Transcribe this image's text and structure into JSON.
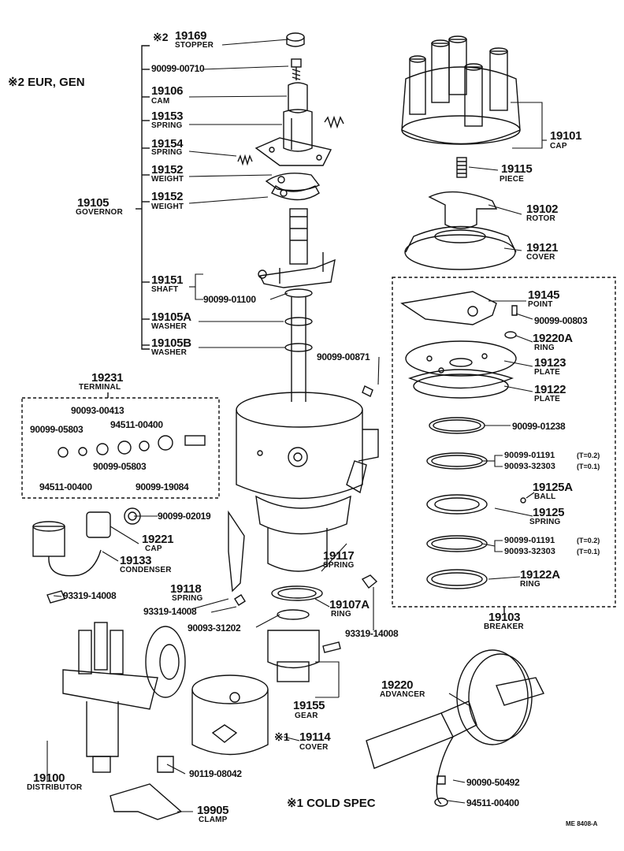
{
  "notes": {
    "eur_gen": "※2 EUR, GEN",
    "cold_spec": "※1 COLD SPEC",
    "mark1": "※1",
    "mark2": "※2",
    "footer_code": "ME 8408-A"
  },
  "parts": {
    "p19169": {
      "num": "19169",
      "name": "STOPPER"
    },
    "p90099_00710": {
      "num": "90099-00710"
    },
    "p19106": {
      "num": "19106",
      "name": "CAM"
    },
    "p19153": {
      "num": "19153",
      "name": "SPRING"
    },
    "p19154": {
      "num": "19154",
      "name": "SPRING"
    },
    "p19152a": {
      "num": "19152",
      "name": "WEIGHT"
    },
    "p19152b": {
      "num": "19152",
      "name": "WEIGHT"
    },
    "p19105": {
      "num": "19105",
      "name": "GOVERNOR"
    },
    "p19151": {
      "num": "19151",
      "name": "SHAFT"
    },
    "p90099_01100": {
      "num": "90099-01100"
    },
    "p19105a": {
      "num": "19105A",
      "name": "WASHER"
    },
    "p19105b": {
      "num": "19105B",
      "name": "WASHER"
    },
    "p19101": {
      "num": "19101",
      "name": "CAP"
    },
    "p19115": {
      "num": "19115",
      "name": "PIECE"
    },
    "p19102": {
      "num": "19102",
      "name": "ROTOR"
    },
    "p19121": {
      "num": "19121",
      "name": "COVER"
    },
    "p19145": {
      "num": "19145",
      "name": "POINT"
    },
    "p90099_00803": {
      "num": "90099-00803"
    },
    "p19220a": {
      "num": "19220A",
      "name": "RING"
    },
    "p19123": {
      "num": "19123",
      "name": "PLATE"
    },
    "p19122": {
      "num": "19122",
      "name": "PLATE"
    },
    "p90099_00871": {
      "num": "90099-00871"
    },
    "p90099_01238": {
      "num": "90099-01238"
    },
    "p90099_01191a": {
      "num": "90099-01191",
      "spec": "(T=0.2)"
    },
    "p90093_32303a": {
      "num": "90093-32303",
      "spec": "(T=0.1)"
    },
    "p19125a": {
      "num": "19125A",
      "name": "BALL"
    },
    "p19125": {
      "num": "19125",
      "name": "SPRING"
    },
    "p90099_01191b": {
      "num": "90099-01191",
      "spec": "(T=0.2)"
    },
    "p90093_32303b": {
      "num": "90093-32303",
      "spec": "(T=0.1)"
    },
    "p19122a": {
      "num": "19122A",
      "name": "RING"
    },
    "p19103": {
      "num": "19103",
      "name": "BREAKER"
    },
    "p19231": {
      "num": "19231",
      "name": "TERMINAL"
    },
    "p90093_00413": {
      "num": "90093-00413"
    },
    "p90099_05803a": {
      "num": "90099-05803"
    },
    "p94511_00400a": {
      "num": "94511-00400"
    },
    "p90099_05803b": {
      "num": "90099-05803"
    },
    "p94511_00400b": {
      "num": "94511-00400"
    },
    "p90099_19084": {
      "num": "90099-19084"
    },
    "p90099_02019": {
      "num": "90099-02019"
    },
    "p19221": {
      "num": "19221",
      "name": "CAP"
    },
    "p19133": {
      "num": "19133",
      "name": "CONDENSER"
    },
    "p93319_14008a": {
      "num": "93319-14008"
    },
    "p19118": {
      "num": "19118",
      "name": "SPRING"
    },
    "p93319_14008b": {
      "num": "93319-14008"
    },
    "p90093_31202": {
      "num": "90093-31202"
    },
    "p19117": {
      "num": "19117",
      "name": "SPRING"
    },
    "p19107a": {
      "num": "19107A",
      "name": "RING"
    },
    "p93319_14008c": {
      "num": "93319-14008"
    },
    "p19155": {
      "num": "19155",
      "name": "GEAR"
    },
    "p19114": {
      "num": "19114",
      "name": "COVER"
    },
    "p19220": {
      "num": "19220",
      "name": "ADVANCER"
    },
    "p19100": {
      "num": "19100",
      "name": "DISTRIBUTOR"
    },
    "p90119_08042": {
      "num": "90119-08042"
    },
    "p19905": {
      "num": "19905",
      "name": "CLAMP"
    },
    "p90090_50492": {
      "num": "90090-50492"
    },
    "p94511_00400c": {
      "num": "94511-00400"
    }
  }
}
